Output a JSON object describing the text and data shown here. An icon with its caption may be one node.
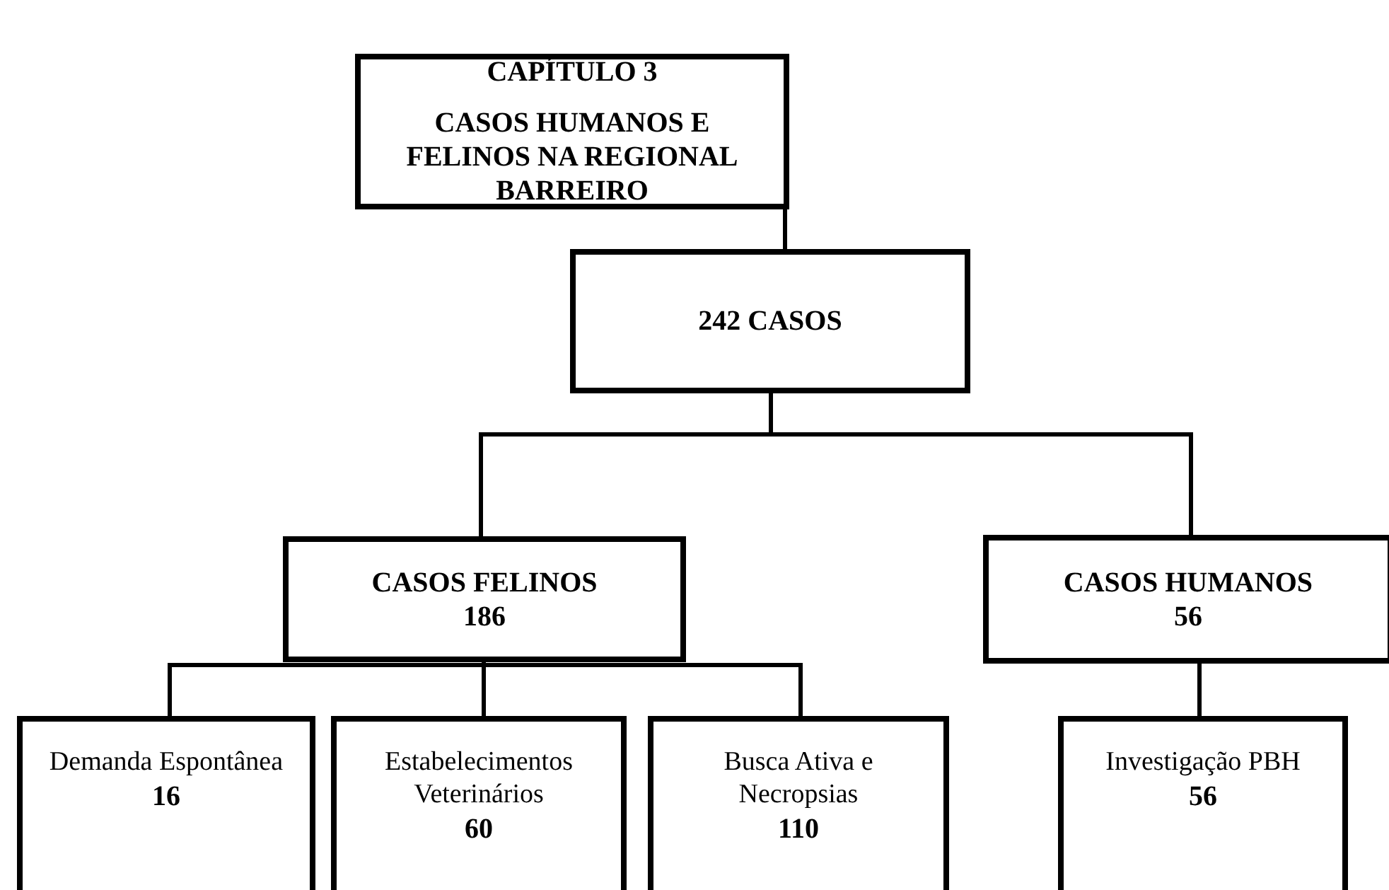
{
  "diagram": {
    "nodes": [
      {
        "text": [
          "CAPÍTULO 3",
          "CASOS HUMANOS E FELINOS NA REGIONAL BARREIRO"
        ]
      },
      {
        "text": [
          "242 CASOS"
        ]
      },
      {
        "text": [
          "CASOS FELINOS",
          "186"
        ]
      },
      {
        "text": [
          "CASOS HUMANOS",
          "56"
        ]
      },
      {
        "text": [
          "Demanda Espontânea",
          "16"
        ]
      },
      {
        "text": [
          "Estabelecimentos Veterinários",
          "60"
        ]
      },
      {
        "text": [
          "Busca Ativa e Necropsias",
          "110"
        ]
      },
      {
        "text": [
          "Investigação PBH",
          "56"
        ]
      }
    ],
    "edges": [
      {
        "from": 0,
        "to": 1,
        "arrow": "none"
      },
      {
        "from": 1,
        "to": 2,
        "arrow": "none"
      },
      {
        "from": 1,
        "to": 3,
        "arrow": "none"
      },
      {
        "from": 2,
        "to": 4,
        "arrow": "none"
      },
      {
        "from": 2,
        "to": 5,
        "arrow": "none"
      },
      {
        "from": 2,
        "to": 6,
        "arrow": "none"
      },
      {
        "from": 3,
        "to": 7,
        "arrow": "none"
      }
    ]
  }
}
